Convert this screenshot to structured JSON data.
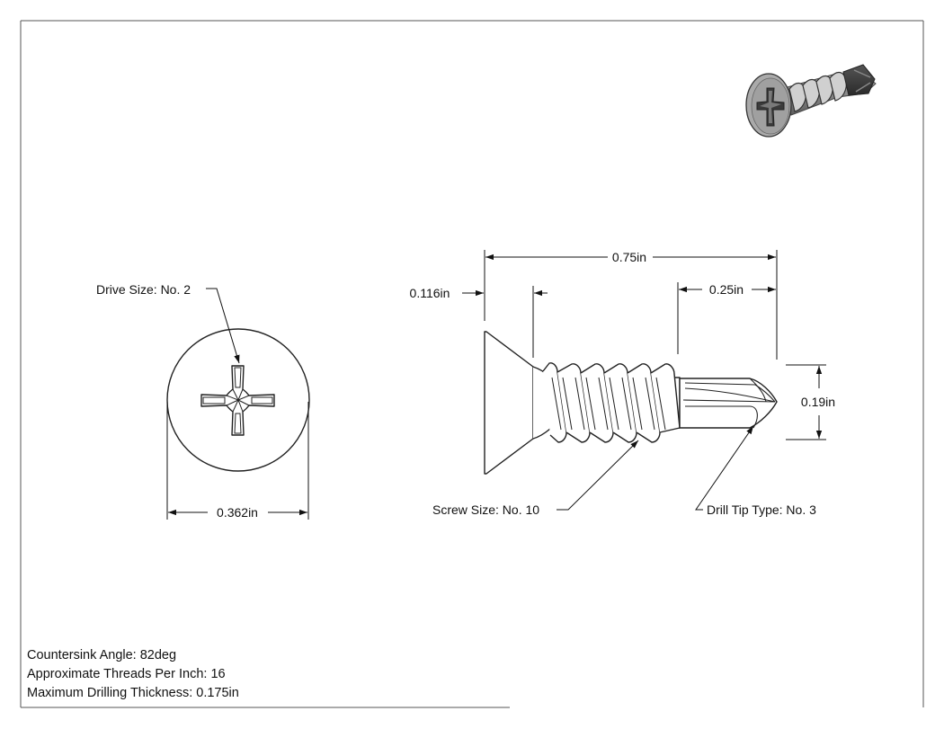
{
  "dimensions": {
    "overall_length": "0.75in",
    "head_height": "0.116in",
    "drill_tip_length": "0.25in",
    "shank_diameter": "0.19in",
    "head_diameter": "0.362in"
  },
  "callouts": {
    "drive_size": "Drive Size: No. 2",
    "screw_size": "Screw Size: No. 10",
    "drill_tip_type": "Drill Tip Type: No. 3"
  },
  "notes": [
    "Countersink Angle: 82deg",
    "Approximate Threads Per Inch: 16",
    "Maximum Drilling Thickness: 0.175in"
  ]
}
